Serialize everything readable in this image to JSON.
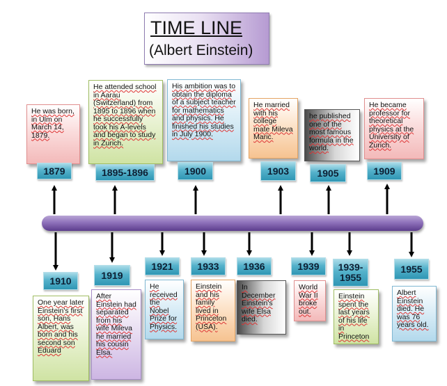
{
  "title": {
    "main": "TIME LINE",
    "sub": "(Albert Einstein)"
  },
  "above": [
    {
      "year": "1879",
      "text": "He was born, in Ulm on March 14, 1879."
    },
    {
      "year": "1895-1896",
      "text": "He attended school in Aarau (Switzerland) from 1895 to 1896 when he successfully took his A-levels and began to study in Zurich."
    },
    {
      "year": "1900",
      "text": "His ambition was to obtain the diploma of a subject teacher for mathematics and physics. He finished his studies in July 1900."
    },
    {
      "year": "1903",
      "text": "He married with his college mate Mileva Maric."
    },
    {
      "year": "1905",
      "text": "he published one of the most famous formula in the world."
    },
    {
      "year": "1909",
      "text": "He became professor for theoretical physics at the University of Zurich."
    }
  ],
  "below": [
    {
      "year": "1910",
      "text": "One year later Einstein's first son, Hans Albert, was born and his second son Eduard"
    },
    {
      "year": "1919",
      "text": "After Einstein had separated from his wife Mileva he married his cousin Elsa."
    },
    {
      "year": "1921",
      "text": "He received the Nobel Prize for Physics."
    },
    {
      "year": "1933",
      "text": "Einstein and his family lived in Princeton (USA)."
    },
    {
      "year": "1936",
      "text": "In December Einstein's wife Elsa died."
    },
    {
      "year": "1939",
      "text": "World War II broke out."
    },
    {
      "year": "1939-1955",
      "text": "Einstein spent the last years of his life in Princeton"
    },
    {
      "year": "1955",
      "text": "Albert Einstein died. He was 76 years old."
    }
  ]
}
